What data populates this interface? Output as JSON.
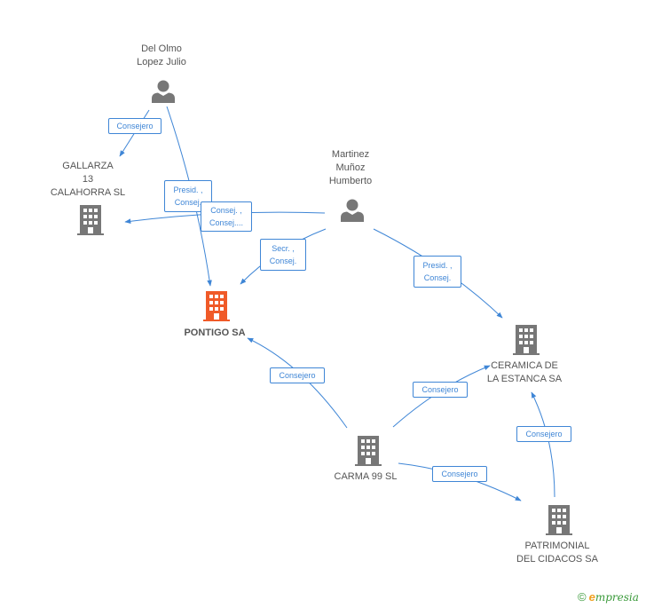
{
  "colors": {
    "edge": "#3f86d6",
    "node": "#777777",
    "focus": "#f05a28"
  },
  "nodes": {
    "del_olmo": {
      "lines": [
        "Del Olmo",
        "Lopez Julio"
      ],
      "kind": "person"
    },
    "martinez": {
      "lines": [
        "Martinez",
        "Muñoz",
        "Humberto"
      ],
      "kind": "person"
    },
    "gallarza": {
      "lines": [
        "GALLARZA",
        "13",
        "CALAHORRA SL"
      ],
      "kind": "company"
    },
    "pontigo": {
      "lines": [
        "PONTIGO SA"
      ],
      "kind": "company-focus"
    },
    "ceramica": {
      "lines": [
        "CERAMICA DE",
        "LA ESTANCA SA"
      ],
      "kind": "company"
    },
    "carma": {
      "lines": [
        "CARMA 99  SL"
      ],
      "kind": "company"
    },
    "patrimonial": {
      "lines": [
        "PATRIMONIAL",
        "DEL CIDACOS SA"
      ],
      "kind": "company"
    }
  },
  "edges": [
    {
      "from": "del_olmo",
      "to": "gallarza",
      "lines": [
        "Consejero"
      ]
    },
    {
      "from": "del_olmo",
      "to": "pontigo",
      "lines": [
        "Presid. ,",
        "Consej."
      ]
    },
    {
      "from": "martinez",
      "to": "gallarza",
      "lines": [
        "Consej. ,",
        "Consej...."
      ]
    },
    {
      "from": "martinez",
      "to": "pontigo",
      "lines": [
        "Secr. ,",
        "Consej."
      ]
    },
    {
      "from": "martinez",
      "to": "ceramica",
      "lines": [
        "Presid. ,",
        "Consej."
      ]
    },
    {
      "from": "carma",
      "to": "pontigo",
      "lines": [
        "Consejero"
      ]
    },
    {
      "from": "carma",
      "to": "ceramica",
      "lines": [
        "Consejero"
      ]
    },
    {
      "from": "carma",
      "to": "patrimonial",
      "lines": [
        "Consejero"
      ]
    },
    {
      "from": "patrimonial",
      "to": "ceramica",
      "lines": [
        "Consejero"
      ]
    }
  ],
  "brand": {
    "copyright": "©",
    "e": "e",
    "rest": "mpresia"
  }
}
